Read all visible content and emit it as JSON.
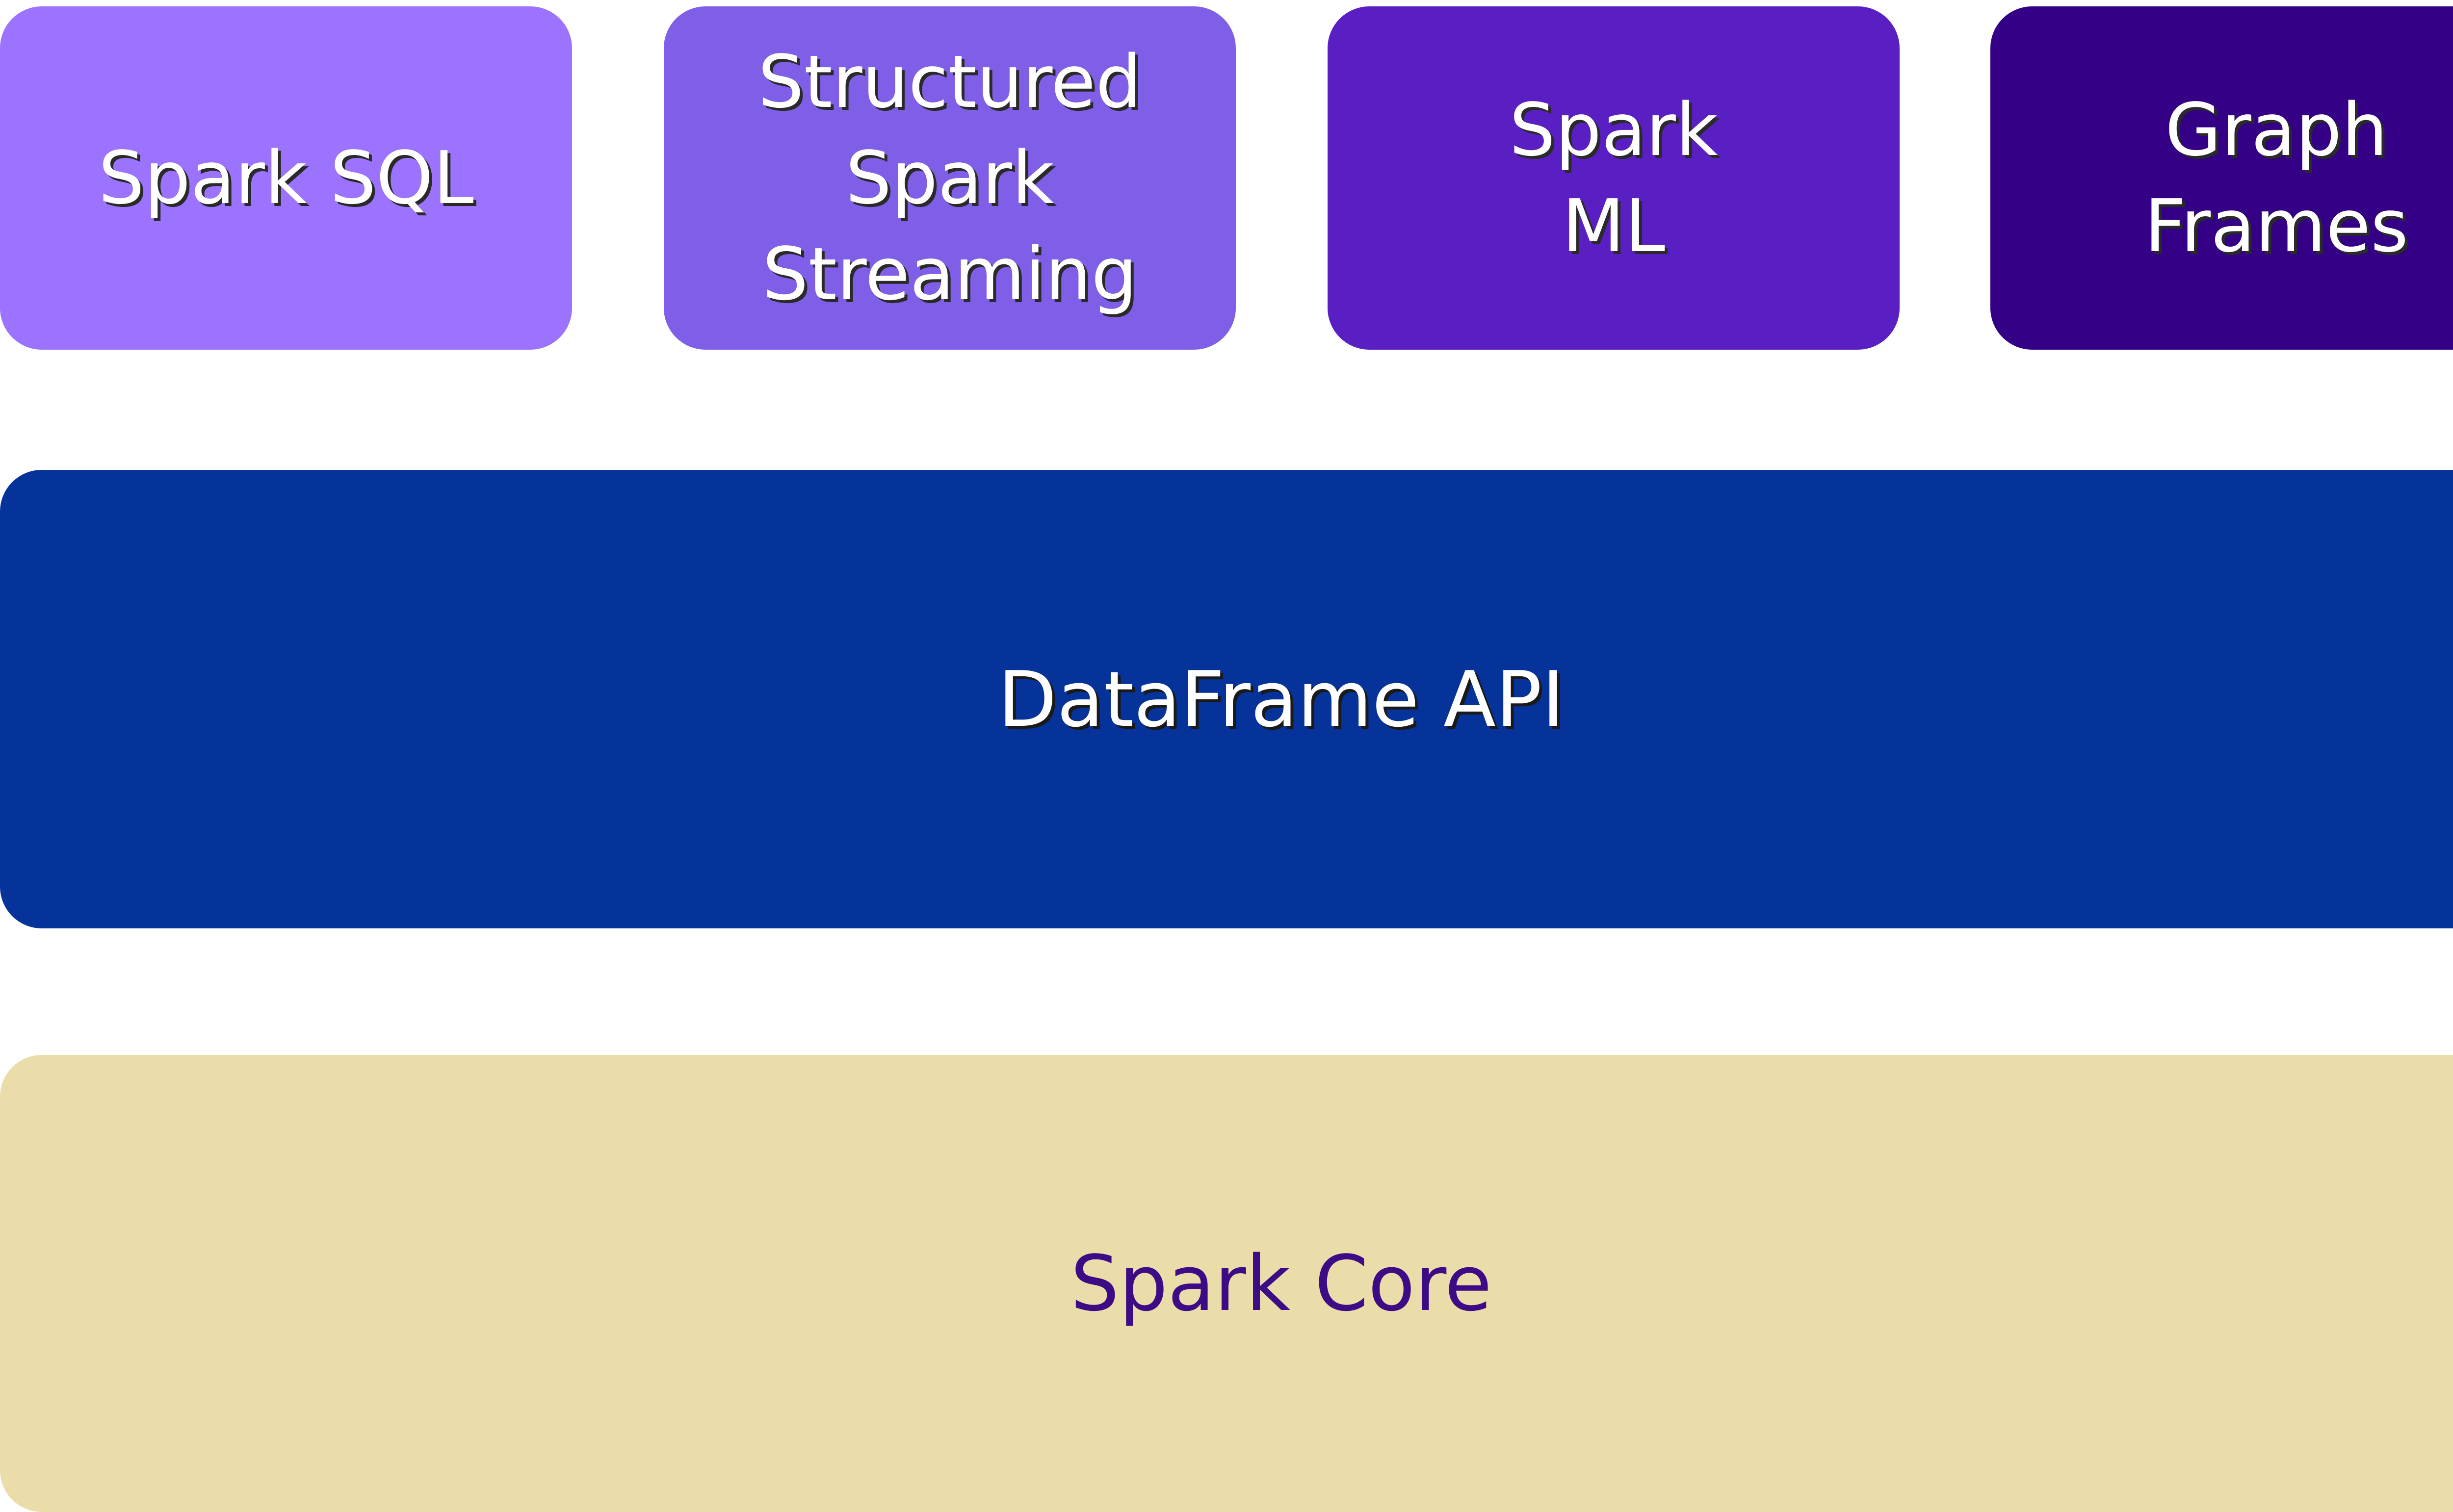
{
  "colors": {
    "spark_sql": "#9b73ff",
    "structured_streaming": "#7f5fe8",
    "spark_ml": "#5a1fc2",
    "graph_frames": "#340085",
    "dataframe_api": "#053399",
    "spark_core": "#eaddaa",
    "spark_core_text": "#3d0b85"
  },
  "top_layer": {
    "spark_sql": {
      "label": "Spark SQL"
    },
    "structured_streaming": {
      "line1": "Structured",
      "line2": "Spark",
      "line3": "Streaming"
    },
    "spark_ml": {
      "line1": "Spark",
      "line2": "ML"
    },
    "graph_frames": {
      "line1": "Graph",
      "line2": "Frames"
    }
  },
  "middle_layer": {
    "label": "DataFrame API"
  },
  "bottom_layer": {
    "label": "Spark Core"
  }
}
